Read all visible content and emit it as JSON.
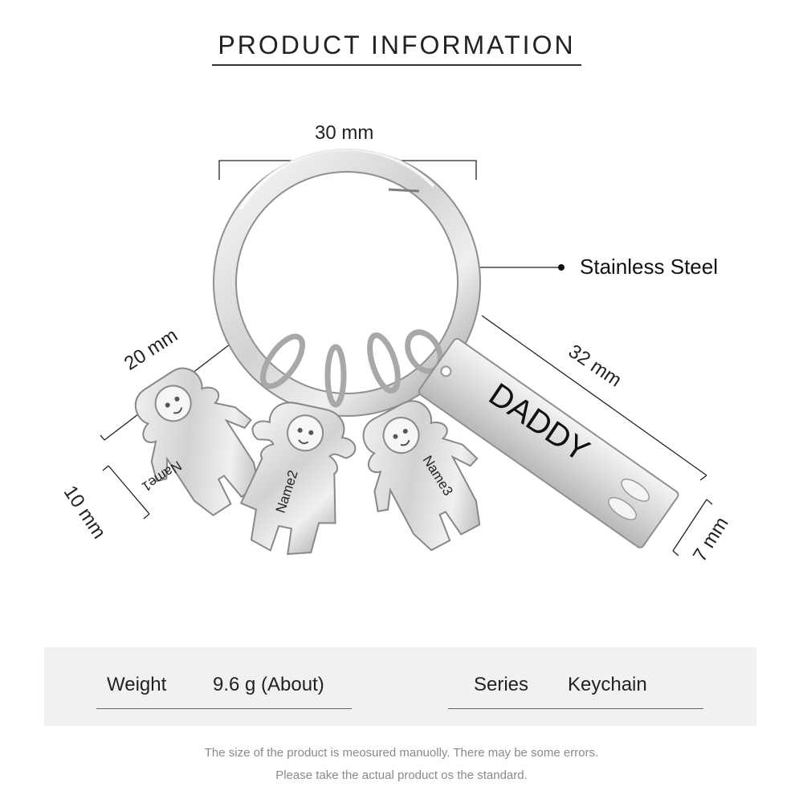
{
  "header": {
    "title": "PRODUCT INFORMATION"
  },
  "dimensions": {
    "ring_width": "30 mm",
    "charm_height": "20 mm",
    "charm_width": "10 mm",
    "bar_length": "32 mm",
    "bar_width": "7 mm"
  },
  "material": "Stainless Steel",
  "engraving": {
    "bar_text": "DADDY",
    "charm_names": [
      "Name1",
      "Name2",
      "Name3"
    ]
  },
  "specs": {
    "weight_label": "Weight",
    "weight_value": "9.6  g (About)",
    "series_label": "Series",
    "series_value": "Keychain"
  },
  "notes": [
    "The size of the product is meosured manuolly. There may be some errors.",
    "Please take the actual product os the standard."
  ],
  "colors": {
    "steel_light": "#f2f2f2",
    "steel_mid": "#c4c4c4",
    "steel_dark": "#8d8d8d",
    "panel": "#f1f1f1"
  }
}
